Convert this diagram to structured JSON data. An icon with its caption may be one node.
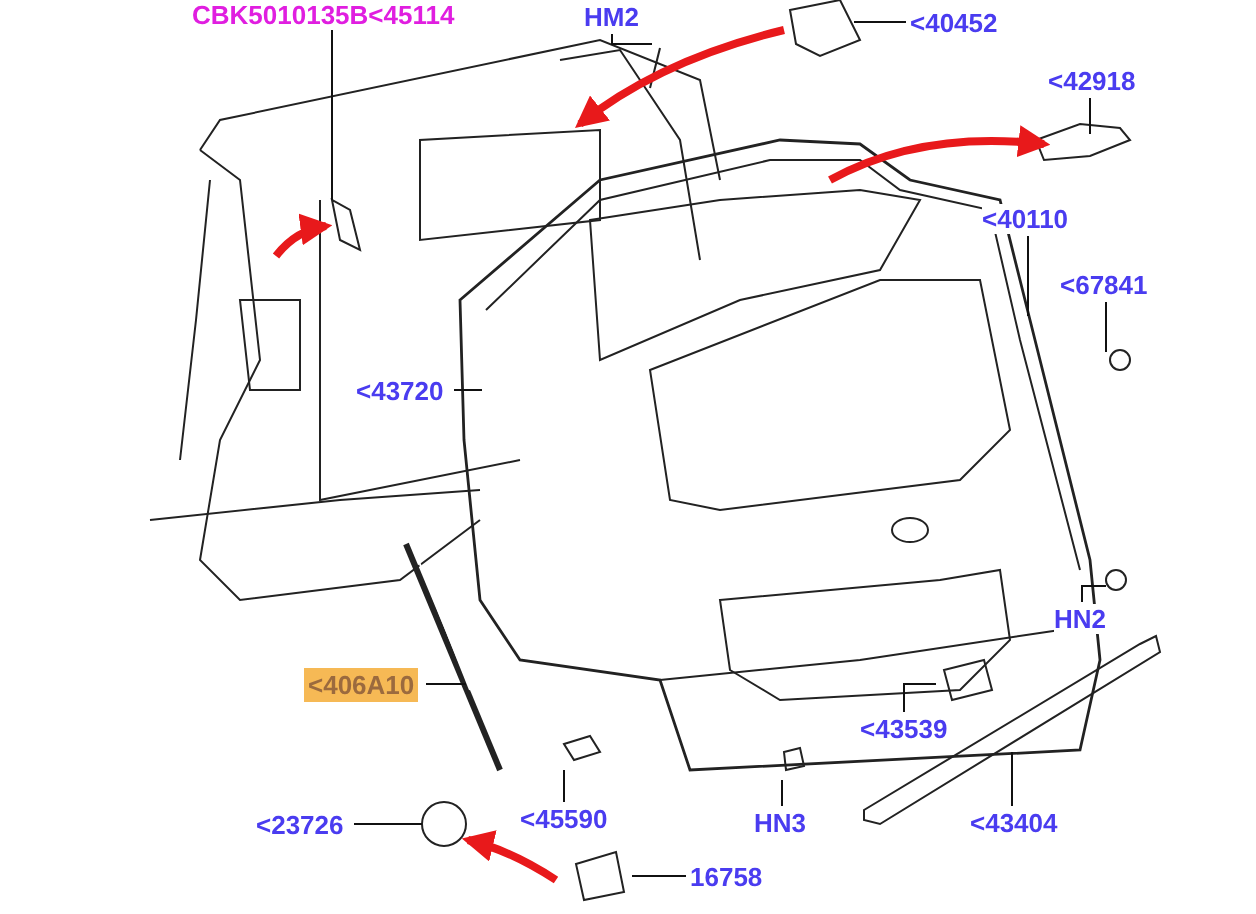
{
  "diagram": {
    "nodes": [
      {
        "text": [
          "CBK5010135B<45114"
        ]
      },
      {
        "text": [
          "HM2"
        ]
      },
      {
        "text": [
          "<40452"
        ]
      },
      {
        "text": [
          "<42918"
        ]
      },
      {
        "text": [
          "<40110"
        ]
      },
      {
        "text": [
          "<67841"
        ]
      },
      {
        "text": [
          "<43720"
        ]
      },
      {
        "text": [
          "<406A10"
        ]
      },
      {
        "text": [
          "HN2"
        ]
      },
      {
        "text": [
          "<43539"
        ]
      },
      {
        "text": [
          "<23726"
        ]
      },
      {
        "text": [
          "<45590"
        ]
      },
      {
        "text": [
          "HN3"
        ]
      },
      {
        "text": [
          "<43404"
        ]
      },
      {
        "text": [
          "16758"
        ]
      }
    ],
    "edges": [
      {
        "from": 0,
        "to": null,
        "arrow": "none"
      },
      {
        "from": 1,
        "to": null,
        "arrow": "none"
      },
      {
        "from": 2,
        "to": null,
        "arrow": "none"
      },
      {
        "from": 3,
        "to": null,
        "arrow": "none"
      },
      {
        "from": 4,
        "to": null,
        "arrow": "none"
      },
      {
        "from": 5,
        "to": null,
        "arrow": "none"
      },
      {
        "from": 6,
        "to": null,
        "arrow": "none"
      },
      {
        "from": 7,
        "to": null,
        "arrow": "none"
      },
      {
        "from": 8,
        "to": null,
        "arrow": "none"
      },
      {
        "from": 9,
        "to": null,
        "arrow": "none"
      },
      {
        "from": 10,
        "to": null,
        "arrow": "none"
      },
      {
        "from": 11,
        "to": null,
        "arrow": "none"
      },
      {
        "from": 12,
        "to": null,
        "arrow": "none"
      },
      {
        "from": 13,
        "to": null,
        "arrow": "none"
      },
      {
        "from": 14,
        "to": null,
        "arrow": "none"
      }
    ]
  }
}
